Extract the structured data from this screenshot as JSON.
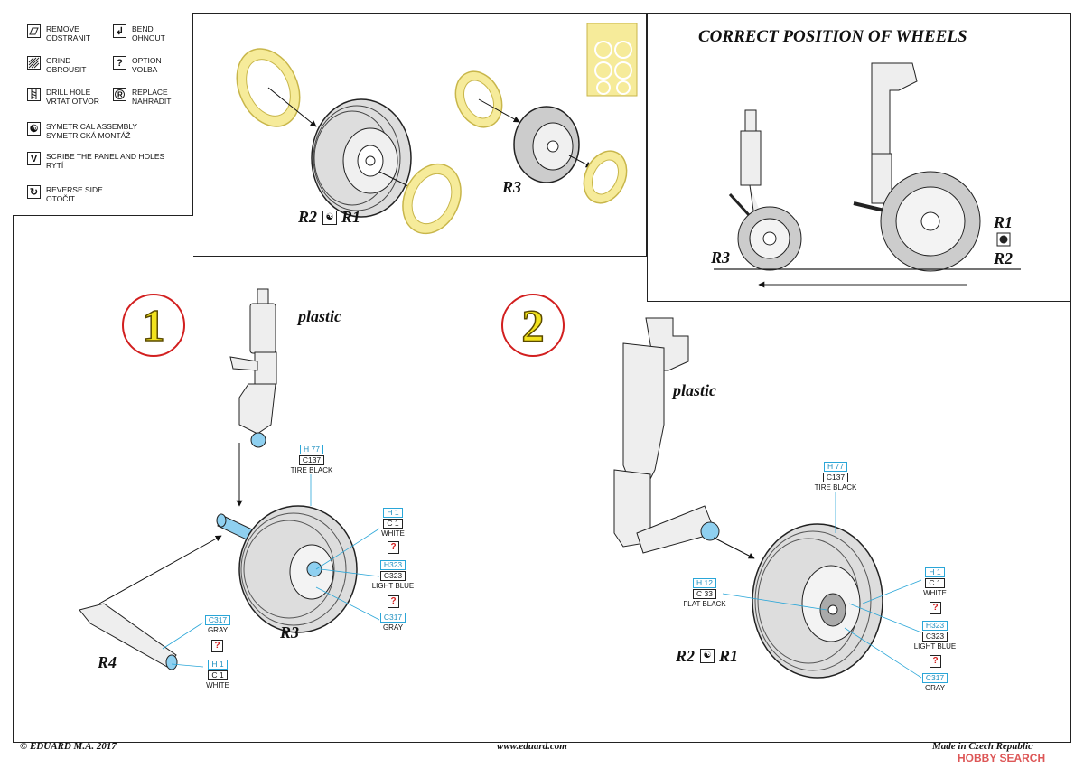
{
  "legend": {
    "items": [
      {
        "line1": "REMOVE",
        "line2": "ODSTRANIT",
        "icon": "remove-icon"
      },
      {
        "line1": "BEND",
        "line2": "OHNOUT",
        "icon": "bend-icon",
        "symbol": "↲"
      },
      {
        "line1": "GRIND",
        "line2": "OBROUSIT",
        "icon": "grind-icon"
      },
      {
        "line1": "OPTION",
        "line2": "VOLBA",
        "icon": "option-icon",
        "symbol": "?"
      },
      {
        "line1": "DRILL HOLE",
        "line2": "VRTAT OTVOR",
        "icon": "drill-icon"
      },
      {
        "line1": "REPLACE",
        "line2": "NAHRADIT",
        "icon": "replace-icon",
        "symbol": "R"
      },
      {
        "line1": "SYMETRICAL ASSEMBLY",
        "line2": "SYMETRICKÁ MONTÁŽ",
        "icon": "symmetry-icon",
        "symbol": "☯"
      },
      {
        "line1": "SCRIBE THE PANEL AND HOLES",
        "line2": "RYTÍ",
        "icon": "scribe-icon",
        "symbol": "V"
      },
      {
        "line1": "REVERSE SIDE",
        "line2": "OTOČIT",
        "icon": "reverse-icon",
        "symbol": "↻"
      }
    ]
  },
  "top_panel": {
    "label_r2": "R2",
    "label_r1": "R1",
    "label_r3": "R3"
  },
  "correct_panel": {
    "title": "CORRECT POSITION OF WHEELS",
    "label_r3": "R3",
    "label_r1": "R1",
    "label_r2": "R2"
  },
  "step1": {
    "number": "1",
    "plastic": "plastic",
    "label_r3": "R3",
    "label_r4": "R4",
    "paints": {
      "tire": {
        "h": "H 77",
        "c": "C137",
        "name": "TIRE BLACK"
      },
      "white": {
        "h": "H 1",
        "c": "C 1",
        "name": "WHITE"
      },
      "lightblue": {
        "h": "H323",
        "c": "C323",
        "name": "LIGHT BLUE"
      },
      "gray": {
        "c": "C317",
        "name": "GRAY"
      },
      "gray_r4": {
        "c": "C317",
        "name": "GRAY"
      },
      "white_r4": {
        "h": "H 1",
        "c": "C 1",
        "name": "WHITE"
      }
    }
  },
  "step2": {
    "number": "2",
    "plastic": "plastic",
    "label_r2": "R2",
    "label_r1": "R1",
    "paints": {
      "tire": {
        "h": "H 77",
        "c": "C137",
        "name": "TIRE BLACK"
      },
      "flatblack": {
        "h": "H 12",
        "c": "C 33",
        "name": "FLAT BLACK"
      },
      "white": {
        "h": "H 1",
        "c": "C 1",
        "name": "WHITE"
      },
      "lightblue": {
        "h": "H323",
        "c": "C323",
        "name": "LIGHT BLUE"
      },
      "gray": {
        "c": "C317",
        "name": "GRAY"
      }
    }
  },
  "option_mark": "?",
  "footer": {
    "copyright": "© EDUARD  M.A. 2017",
    "website": "www.eduard.com",
    "made_in": "Made in Czech Republic"
  },
  "watermark": "HOBBY SEARCH",
  "colors": {
    "mask_yellow": "#f6eb9a",
    "mask_outline": "#c8b64a",
    "paint_blue": "#2aa6d8",
    "accent_blue": "#8fd0f0",
    "red": "#d21f1f",
    "step_yellow": "#f2e21d"
  }
}
